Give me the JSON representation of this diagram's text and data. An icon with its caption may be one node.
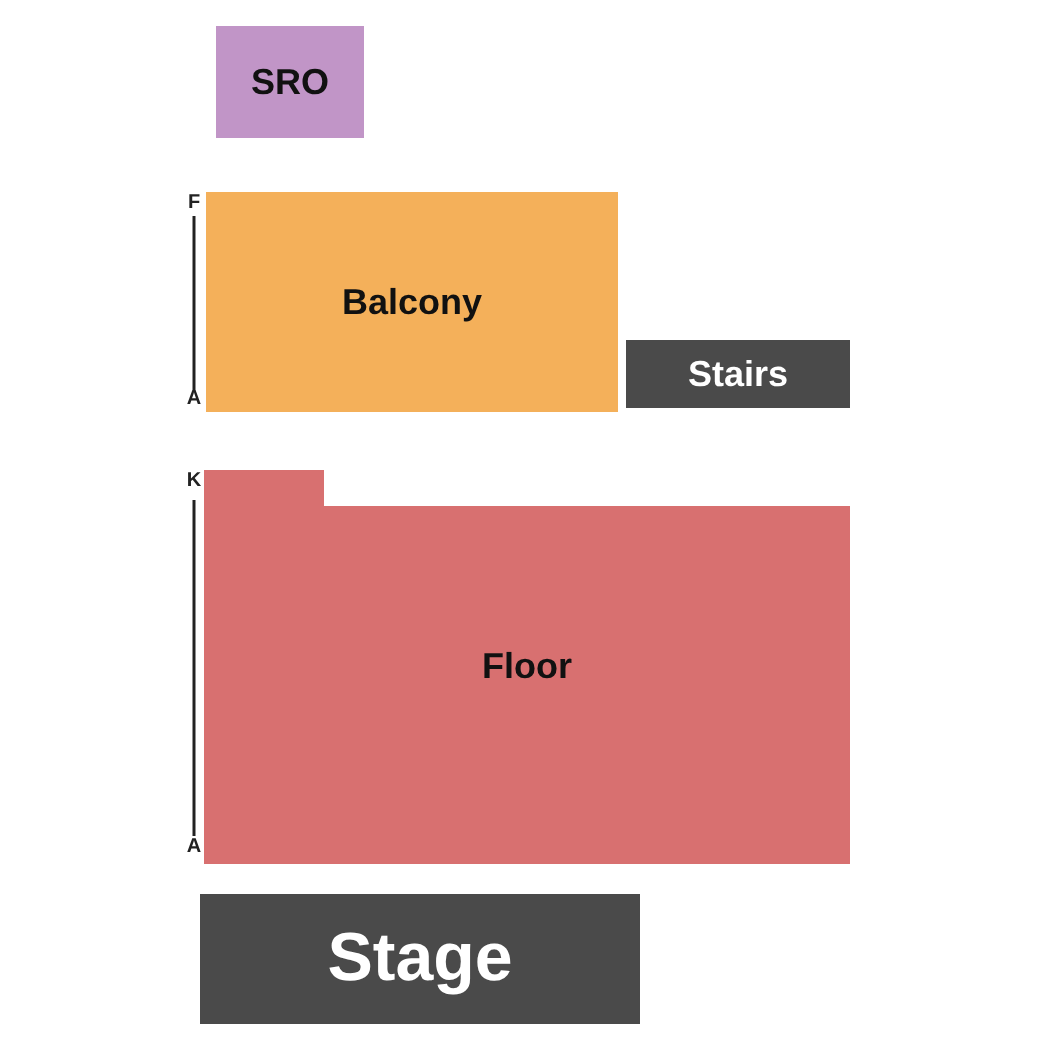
{
  "diagram": {
    "nodes": [
      {
        "text": [
          "SRO"
        ]
      },
      {
        "text": [
          "Balcony"
        ]
      },
      {
        "text": [
          "Stairs"
        ]
      },
      {
        "text": [
          "Floor"
        ]
      },
      {
        "text": [
          "Stage"
        ]
      }
    ],
    "labels": [
      "F",
      "A",
      "K",
      "A"
    ]
  }
}
